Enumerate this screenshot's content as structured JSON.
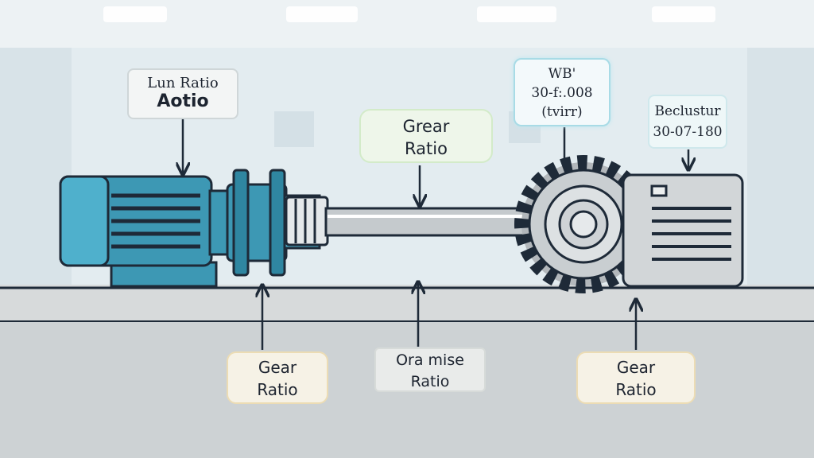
{
  "labels": {
    "lun_ratio": {
      "line1": "Lun Ratio",
      "line2": "Aotio"
    },
    "gear_ratio_top": {
      "line1": "Grear",
      "line2": "Ratio"
    },
    "wb": {
      "line1": "WB'",
      "line2": "30-f:.008",
      "line3": "(tvirr)"
    },
    "beclustur": {
      "line1": "Beclustur",
      "line2": "30-07-180"
    },
    "gear_ratio_left": {
      "line1": "Gear",
      "line2": "Ratio"
    },
    "ord_mise": {
      "line1": "Ora mise",
      "line2": "Ratio"
    },
    "gear_ratio_right": {
      "line1": "Gear",
      "line2": "Ratio"
    }
  },
  "colors": {
    "motor": "#3d98b4",
    "shaft": "#c5cacd",
    "gear": "#b2b7bb",
    "gearbox": "#d2d6d8",
    "outline": "#1e2a38"
  }
}
